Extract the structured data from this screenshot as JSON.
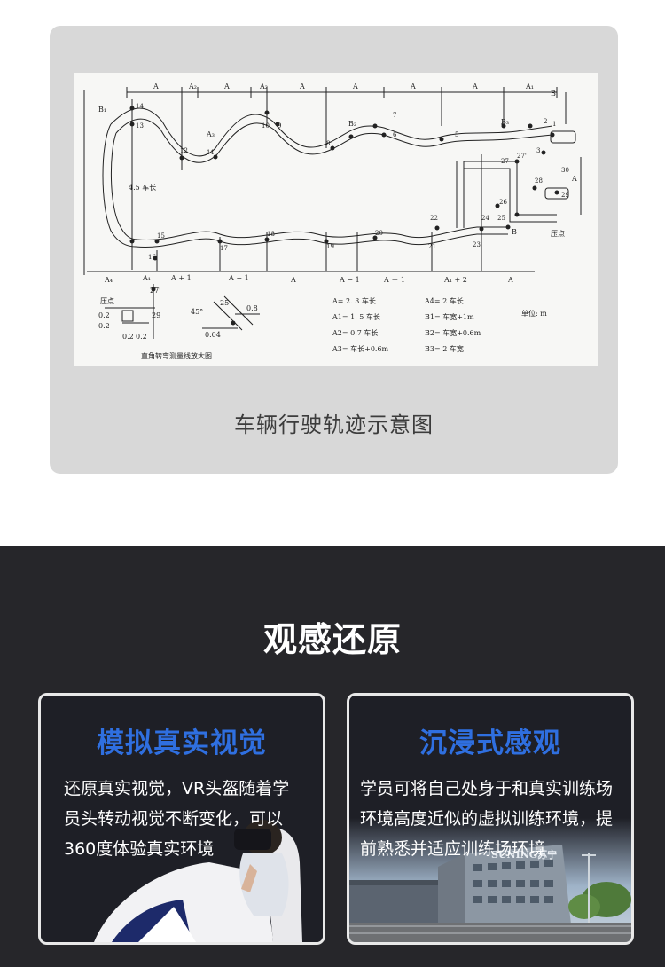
{
  "diagram_section": {
    "caption": "车辆行驶轨迹示意图",
    "labels": {
      "a": "A",
      "a1": "A₁",
      "a2": "A₂",
      "a3": "A₃",
      "a4": "A₄",
      "b": "B",
      "b1": "B₁",
      "b2": "B₂",
      "b3": "B₃",
      "a_plus_1": "A + 1",
      "a_minus_1": "A − 1",
      "a1_plus_2": "A₁ + 2",
      "a_plus_1_b": "A ＋ 1",
      "len45": "4.5 车长",
      "press_point": "压点",
      "press_point2": "压点",
      "angle45": "45°",
      "v08": "0.8",
      "v004": "0.04",
      "v02a": "0.2",
      "v02b": "0.2",
      "v02c": "0.2",
      "v02d": "0.2",
      "n27": "27'",
      "n29": "29",
      "n25": "25",
      "leg1": "A=  2. 3 车长",
      "leg2": "A1=  1. 5 车长",
      "leg3": "A2=  0.7 车长",
      "leg4": "A3= 车长+0.6m",
      "leg5": "A4=  2 车长",
      "leg6": "B1=  车宽+1m",
      "leg7": "B2=  车宽+0.6m",
      "leg8": "B3=  2 车宽",
      "unit": "单位:  m",
      "detail_caption": "直角转弯测量线放大图"
    },
    "points": [
      "1",
      "2",
      "3",
      "4",
      "5",
      "6",
      "7",
      "8",
      "9",
      "10",
      "11",
      "12",
      "13",
      "14",
      "15",
      "16",
      "17",
      "18",
      "19",
      "20",
      "21",
      "22",
      "23",
      "24",
      "25",
      "26",
      "27",
      "27'",
      "28",
      "29",
      "30"
    ]
  },
  "immersion_section": {
    "title": "观感还原",
    "cards": [
      {
        "title": "模拟真实视觉",
        "text": "还原真实视觉，VR头盔随着学员头转动视觉不断变化，可以360度体验真实环境"
      },
      {
        "title": "沉浸式感观",
        "text": "学员可将自己处身于和真实训练场环境高度近似的虚拟训练环境，提前熟悉并适应训练场环境",
        "building_sign": "SUNING苏宁"
      }
    ]
  },
  "colors": {
    "card_title": "#2f6fe0",
    "dark_bg": "#26262a",
    "diagram_card_bg": "#d8d8d8"
  }
}
